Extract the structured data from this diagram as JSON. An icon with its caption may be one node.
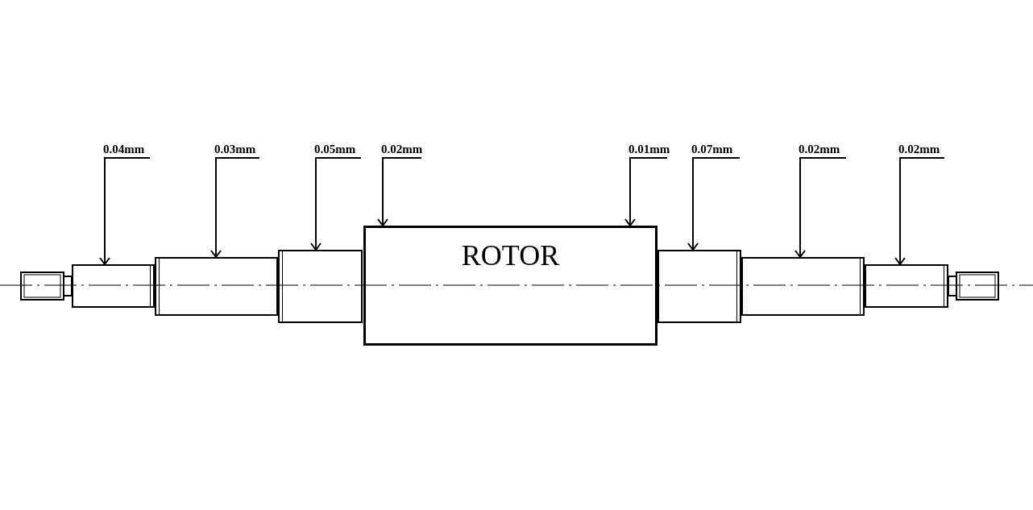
{
  "diagram": {
    "nodes": [
      {
        "text": [
          "0.04mm"
        ]
      },
      {
        "text": [
          "0.03mm"
        ]
      },
      {
        "text": [
          "0.05mm"
        ]
      },
      {
        "text": [
          "0.02mm"
        ]
      },
      {
        "text": [
          "0.01mm"
        ]
      },
      {
        "text": [
          "0.07mm"
        ]
      },
      {
        "text": [
          "0.02mm"
        ]
      },
      {
        "text": [
          "0.02mm"
        ]
      },
      {
        "text": [],
        "shape": "box"
      },
      {
        "text": [],
        "shape": "box"
      },
      {
        "text": [],
        "shape": "box"
      },
      {
        "text": [
          "ROTOR"
        ]
      },
      {
        "text": [],
        "shape": "box"
      },
      {
        "text": [],
        "shape": "box"
      },
      {
        "text": [],
        "shape": "box"
      }
    ],
    "edges": [
      {
        "from": 0,
        "to": 8,
        "arrow": "to"
      },
      {
        "from": 1,
        "to": 9,
        "arrow": "to"
      },
      {
        "from": 2,
        "to": 10,
        "arrow": "to"
      },
      {
        "from": 3,
        "to": 11,
        "arrow": "to"
      },
      {
        "from": 4,
        "to": 11,
        "arrow": "to"
      },
      {
        "from": 5,
        "to": 12,
        "arrow": "to"
      },
      {
        "from": 6,
        "to": 13,
        "arrow": "to"
      },
      {
        "from": 7,
        "to": 14,
        "arrow": "to"
      }
    ]
  }
}
